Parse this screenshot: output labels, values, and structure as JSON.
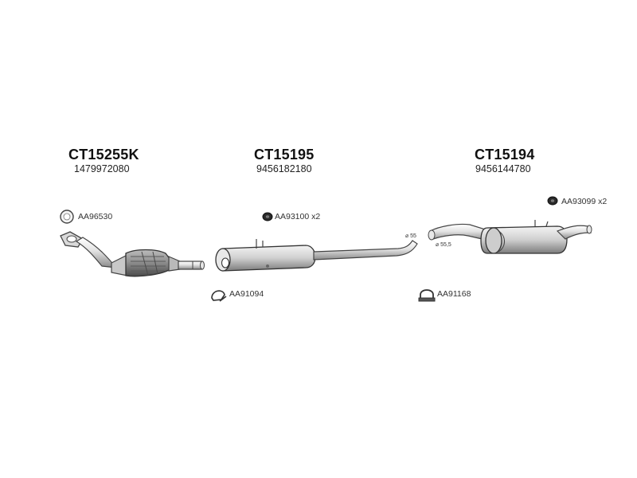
{
  "parts": {
    "cat": {
      "code": "CT15255K",
      "oem": "1479972080"
    },
    "mid": {
      "code": "CT15195",
      "oem": "9456182180"
    },
    "rear": {
      "code": "CT15194",
      "oem": "9456144780"
    }
  },
  "accessories": {
    "gasket": "AA96530",
    "mount_mid": "AA93100 x2",
    "clamp_mid": "AA91094",
    "mount_rear": "AA93099 x2",
    "clamp_rear": "AA91168"
  },
  "dimensions": {
    "d55": "⌀ 55",
    "d555": "⌀ 55,5"
  }
}
